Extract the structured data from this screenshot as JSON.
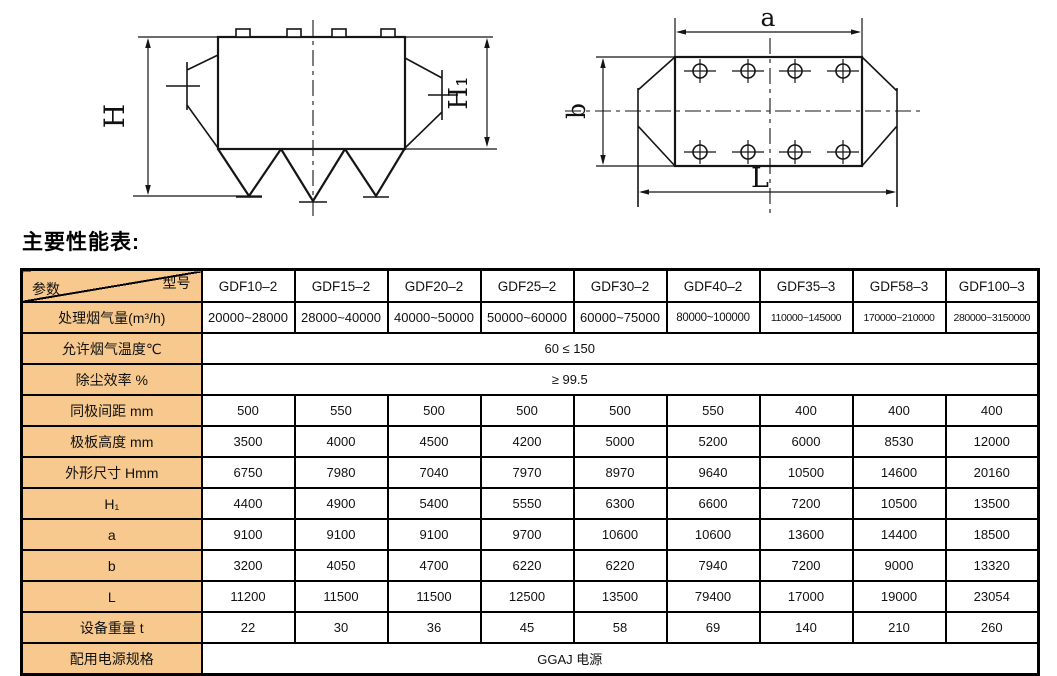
{
  "title": "主要性能表:",
  "diagrams": {
    "left": {
      "dim_h": "H",
      "dim_h1": "H₁"
    },
    "right": {
      "dim_a": "a",
      "dim_b": "b",
      "dim_l": "L"
    }
  },
  "table": {
    "colors": {
      "label_bg": "#f7c98e",
      "border": "#000000"
    },
    "corner": {
      "top_right": "型号",
      "bottom_left": "参数"
    },
    "models": [
      "GDF10–2",
      "GDF15–2",
      "GDF20–2",
      "GDF25–2",
      "GDF30–2",
      "GDF40–2",
      "GDF35–3",
      "GDF58–3",
      "GDF100–3"
    ],
    "rows": [
      {
        "label": "处理烟气量(m³/h)",
        "values": [
          "20000~28000",
          "28000~40000",
          "40000~50000",
          "50000~60000",
          "60000~75000",
          "80000~100000",
          "110000~145000",
          "170000~210000",
          "280000~3150000"
        ]
      },
      {
        "label": "允许烟气温度℃",
        "merged": "60 ≤ 150"
      },
      {
        "label": "除尘效率 %",
        "merged": "≥ 99.5"
      },
      {
        "label": "同极间距 mm",
        "values": [
          "500",
          "550",
          "500",
          "500",
          "500",
          "550",
          "400",
          "400",
          "400"
        ]
      },
      {
        "label": "极板高度 mm",
        "values": [
          "3500",
          "4000",
          "4500",
          "4200",
          "5000",
          "5200",
          "6000",
          "8530",
          "12000"
        ]
      },
      {
        "label": "外形尺寸 Hmm",
        "values": [
          "6750",
          "7980",
          "7040",
          "7970",
          "8970",
          "9640",
          "10500",
          "14600",
          "20160"
        ]
      },
      {
        "label": "H₁",
        "values": [
          "4400",
          "4900",
          "5400",
          "5550",
          "6300",
          "6600",
          "7200",
          "10500",
          "13500"
        ]
      },
      {
        "label": "a",
        "values": [
          "9100",
          "9100",
          "9100",
          "9700",
          "10600",
          "10600",
          "13600",
          "14400",
          "18500"
        ]
      },
      {
        "label": "b",
        "values": [
          "3200",
          "4050",
          "4700",
          "6220",
          "6220",
          "7940",
          "7200",
          "9000",
          "13320"
        ]
      },
      {
        "label": "L",
        "values": [
          "11200",
          "11500",
          "11500",
          "12500",
          "13500",
          "79400",
          "17000",
          "19000",
          "23054"
        ]
      },
      {
        "label": "设备重量 t",
        "values": [
          "22",
          "30",
          "36",
          "45",
          "58",
          "69",
          "140",
          "210",
          "260"
        ]
      },
      {
        "label": "配用电源规格",
        "merged": "GGAJ 电源"
      }
    ]
  }
}
